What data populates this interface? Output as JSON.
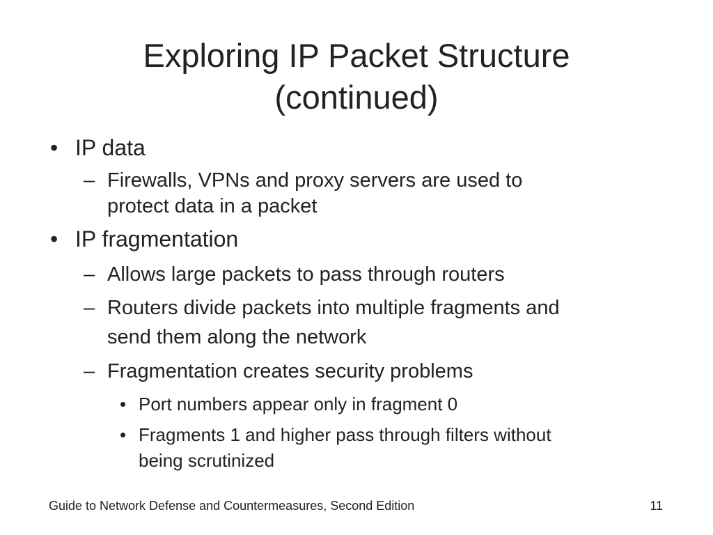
{
  "slide": {
    "title_line1": "Exploring IP Packet Structure",
    "title_line2": "(continued)",
    "bullet_glyph": "•",
    "dash_glyph": "–",
    "items": [
      {
        "text": "IP data"
      },
      {
        "line1": "Firewalls, VPNs and proxy servers are used to",
        "line2": "protect data in a packet"
      },
      {
        "text": "IP fragmentation"
      },
      {
        "text": "Allows large packets to pass through routers"
      },
      {
        "line1": "Routers divide packets into multiple fragments and",
        "line2": "send them along the network"
      },
      {
        "text": "Fragmentation creates security problems"
      },
      {
        "text": "Port numbers appear only in fragment 0"
      },
      {
        "line1": "Fragments 1 and higher pass through filters without",
        "line2": "being scrutinized"
      }
    ]
  },
  "footer": {
    "book_title": "Guide to Network Defense and Countermeasures, Second Edition",
    "page_number": "11"
  }
}
